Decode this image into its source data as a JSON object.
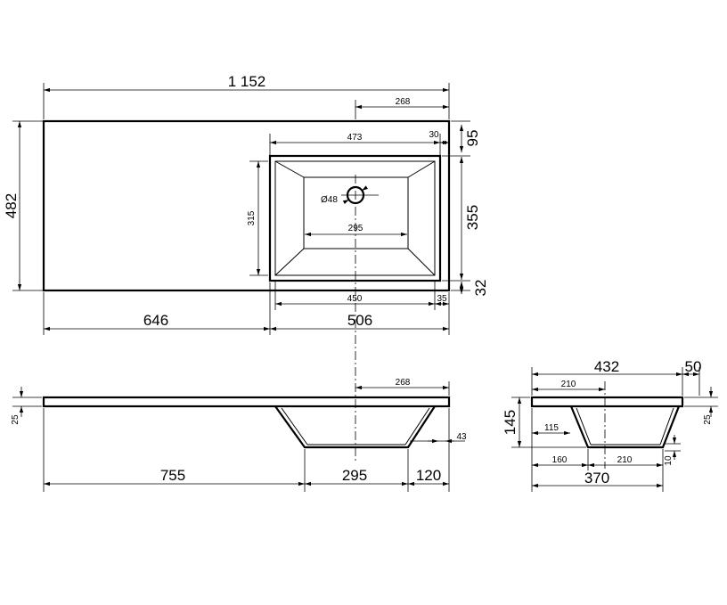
{
  "plan": {
    "overall_width": "1 152",
    "overall_depth": "482",
    "bowl_offset_right": "268",
    "bowl_outer_width": "473",
    "bowl_margin_right": "30",
    "bowl_margin_top": "95",
    "bowl_depth": "355",
    "bowl_margin_bottom": "32",
    "bowl_inner_depth": "315",
    "hole_diameter": "Ø48",
    "bowl_bottom_width": "295",
    "bowl_width_450": "450",
    "bowl_margin_35": "35",
    "left_section": "646",
    "right_section": "506"
  },
  "front": {
    "offset_right": "268",
    "thickness": "25",
    "drop_43": "43",
    "left_section": "755",
    "bottom_width": "295",
    "right_section": "120"
  },
  "side": {
    "width_432": "432",
    "right_50": "50",
    "half_210": "210",
    "total_height": "145",
    "thickness": "25",
    "offset_115": "115",
    "bottom_10": "10",
    "left_160": "160",
    "bottom_210": "210",
    "base_370": "370"
  }
}
